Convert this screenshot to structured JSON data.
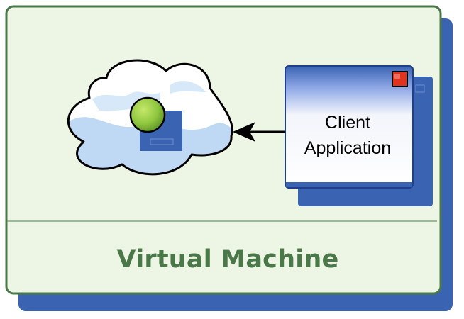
{
  "diagram": {
    "vm_label": "Virtual Machine",
    "client_label_lines": [
      "Client",
      "Application"
    ]
  },
  "colors": {
    "vm_fill": "#edf5e4",
    "vm_border": "#4a7848",
    "vm_shadow": "#3a63b2",
    "vm_label": "#4a7848",
    "cloud_fill": "#ffffff",
    "cloud_tint": "#bfd9f5",
    "cloud_outline": "#000000",
    "service_square": "#3a63b2",
    "service_dot": "#8ec63f",
    "window_title_start": "#3a63b2",
    "window_title_end": "#ffffff",
    "window_close": "#e0321c",
    "window_shadow": "#3a63b2",
    "arrow": "#000000"
  },
  "icons": {
    "service": "green-dot-icon",
    "cloud": "cloud-icon",
    "window_close": "close-square-icon"
  }
}
